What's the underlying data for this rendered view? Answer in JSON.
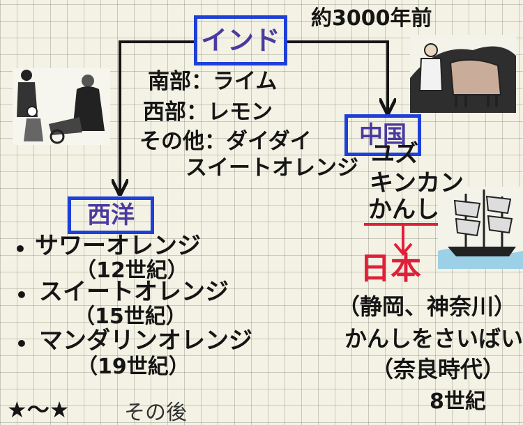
{
  "nodes": {
    "india": "インド",
    "china": "中国",
    "west": "西洋",
    "japan": "日本"
  },
  "annotations": {
    "time": "約3000年前"
  },
  "india_varieties": [
    "南部：ライム",
    "西部：レモン",
    "その他：ダイダイ",
    "スイートオレンジ"
  ],
  "china_varieties": [
    "ユズ",
    "キンカン",
    "かんし"
  ],
  "west_varieties": [
    {
      "name": "サワーオレンジ",
      "era": "（12世紀）"
    },
    {
      "name": "スイートオレンジ",
      "era": "（15世紀）"
    },
    {
      "name": "マンダリンオレンジ",
      "era": "（19世紀）"
    }
  ],
  "japan_notes": [
    "（静岡、神奈川）",
    "かんしをさいばい",
    "（奈良時代）",
    "8世紀"
  ],
  "footer": {
    "marker": "★〜★",
    "text": "その後"
  },
  "colors": {
    "box_border": "#1e40d8",
    "node_text": "#4a3aa0",
    "japan": "#e0203a",
    "ink": "#151515"
  }
}
